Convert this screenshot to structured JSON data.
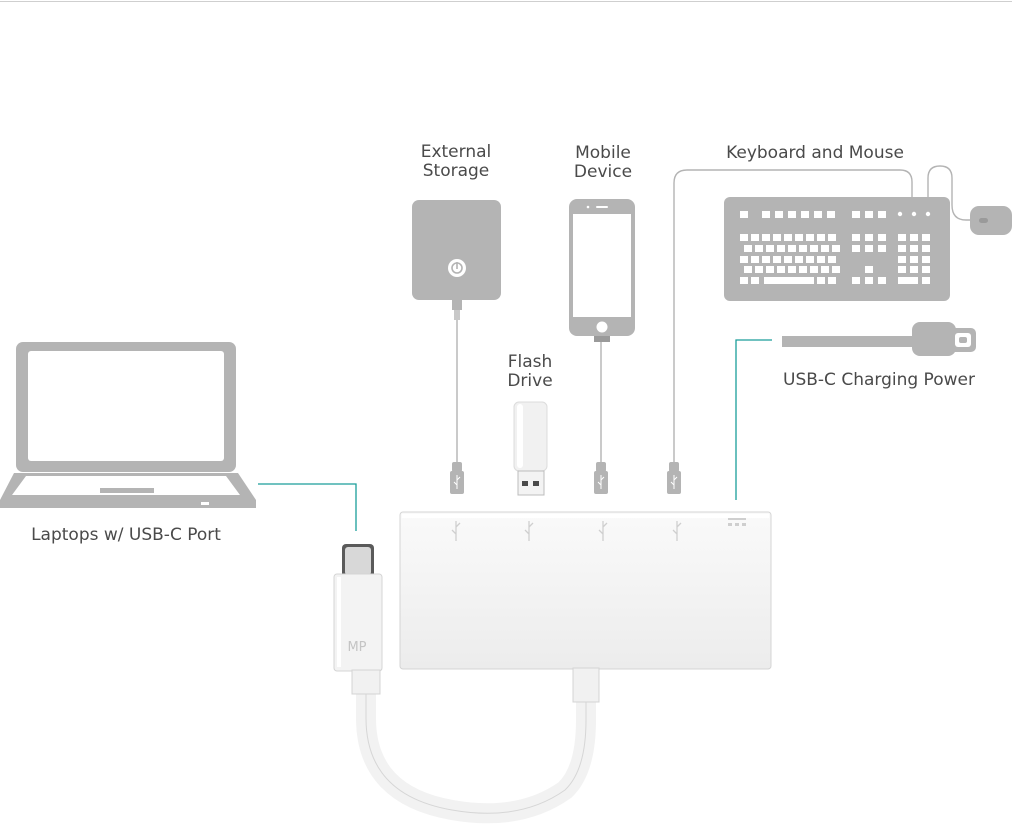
{
  "labels": {
    "external_storage": [
      "External",
      "Storage"
    ],
    "mobile_device": [
      "Mobile",
      "Device"
    ],
    "keyboard_mouse": "Keyboard and Mouse",
    "flash_drive": [
      "Flash",
      "Drive"
    ],
    "usbc_power": "USB-C Charging Power",
    "laptop": "Laptops w/ USB-C Port"
  },
  "adapter_logo": "MP",
  "colors": {
    "device_gray": "#b4b4b4",
    "connector_gray": "#9a9a9a",
    "leader_teal": "#1a9e9a",
    "adapter_white": "#f3f3f3",
    "label_text": "#4a4a4a"
  }
}
